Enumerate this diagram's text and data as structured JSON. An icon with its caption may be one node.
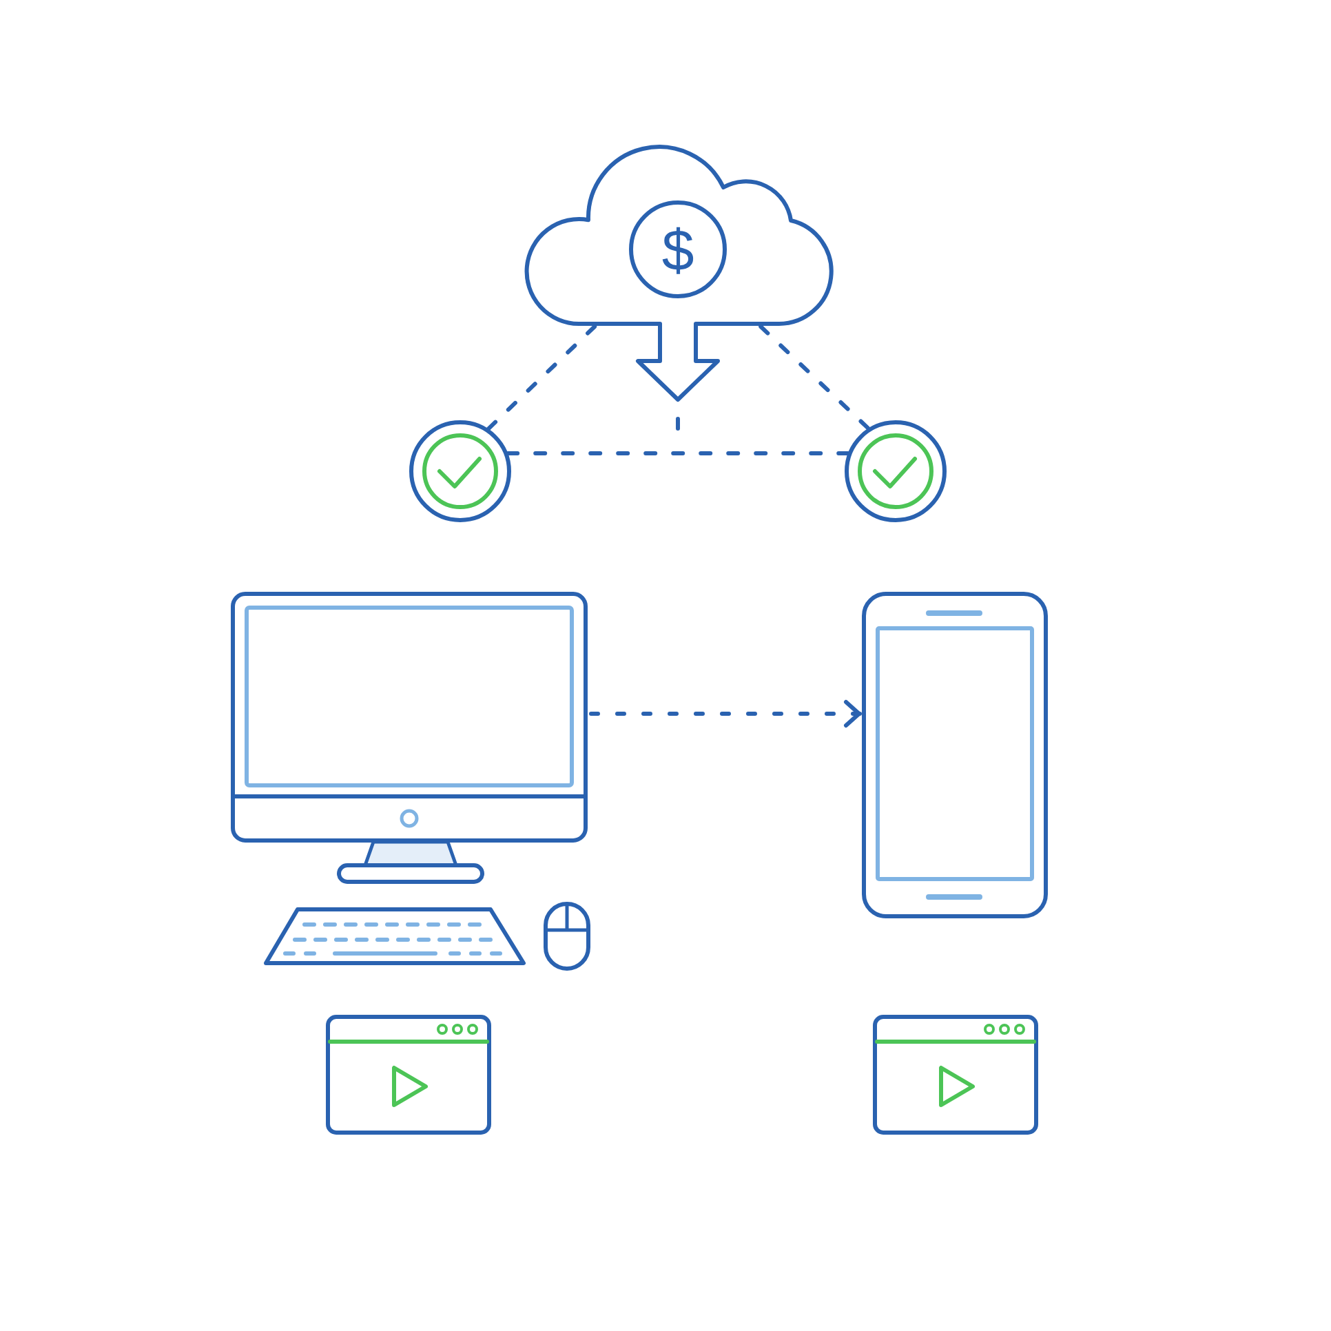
{
  "diagram": {
    "nodes": [
      {
        "text": [
          "$"
        ]
      },
      {
        "text": [],
        "shape": "circle"
      },
      {
        "text": [],
        "shape": "circle"
      },
      {
        "text": [],
        "shape": "picture"
      },
      {
        "text": [],
        "shape": "picture"
      },
      {
        "text": [],
        "shape": "picture"
      },
      {
        "text": [],
        "shape": "picture"
      }
    ],
    "edges": [
      {
        "from": 0,
        "to": 1,
        "arrow": "none",
        "style": "dashed"
      },
      {
        "from": 0,
        "to": 2,
        "arrow": "none",
        "style": "dashed"
      },
      {
        "from": 1,
        "to": 2,
        "arrow": "none",
        "style": "dashed"
      },
      {
        "from": 3,
        "to": 4,
        "arrow": "to",
        "style": "dashed"
      }
    ]
  }
}
